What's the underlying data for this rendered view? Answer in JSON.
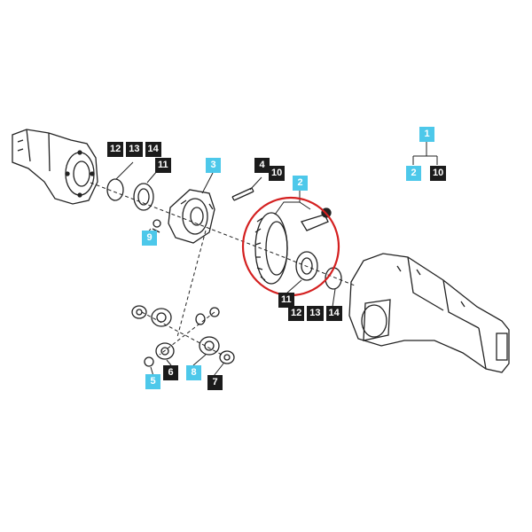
{
  "colors": {
    "dark_label": "#1b1b1b",
    "cyan_label": "#4dc8ea",
    "highlight_circle": "#d42020",
    "line_art": "#222222"
  },
  "labels": {
    "c12": "12",
    "c13": "13",
    "c14": "14",
    "c11a": "11",
    "c3": "3",
    "c4": "4",
    "c10a": "10",
    "c2a": "2",
    "c9": "9",
    "c1": "1",
    "c2b": "2",
    "c10b": "10",
    "c11b": "11",
    "c12b": "12",
    "c13b": "13",
    "c14b": "14",
    "c5": "5",
    "c6": "6",
    "c8": "8",
    "c7": "7"
  }
}
